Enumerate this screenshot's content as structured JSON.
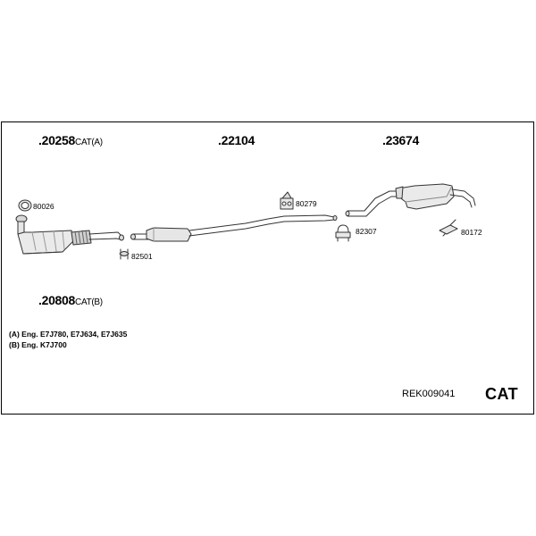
{
  "parts": {
    "cat_a": {
      "number": ".20258",
      "suffix": "CAT(A)"
    },
    "cat_b": {
      "number": ".20808",
      "suffix": "CAT(B)"
    },
    "middle_pipe": {
      "number": ".22104"
    },
    "rear_silencer": {
      "number": ".23674"
    }
  },
  "fittings": {
    "f80026": "80026",
    "f82501": "82501",
    "f80279": "80279",
    "f82307": "82307",
    "f80172": "80172"
  },
  "notes": [
    "(A) Eng. E7J780, E7J634, E7J635",
    "(B) Eng. K7J700"
  ],
  "kit_code": "REK009041",
  "category": "CAT"
}
